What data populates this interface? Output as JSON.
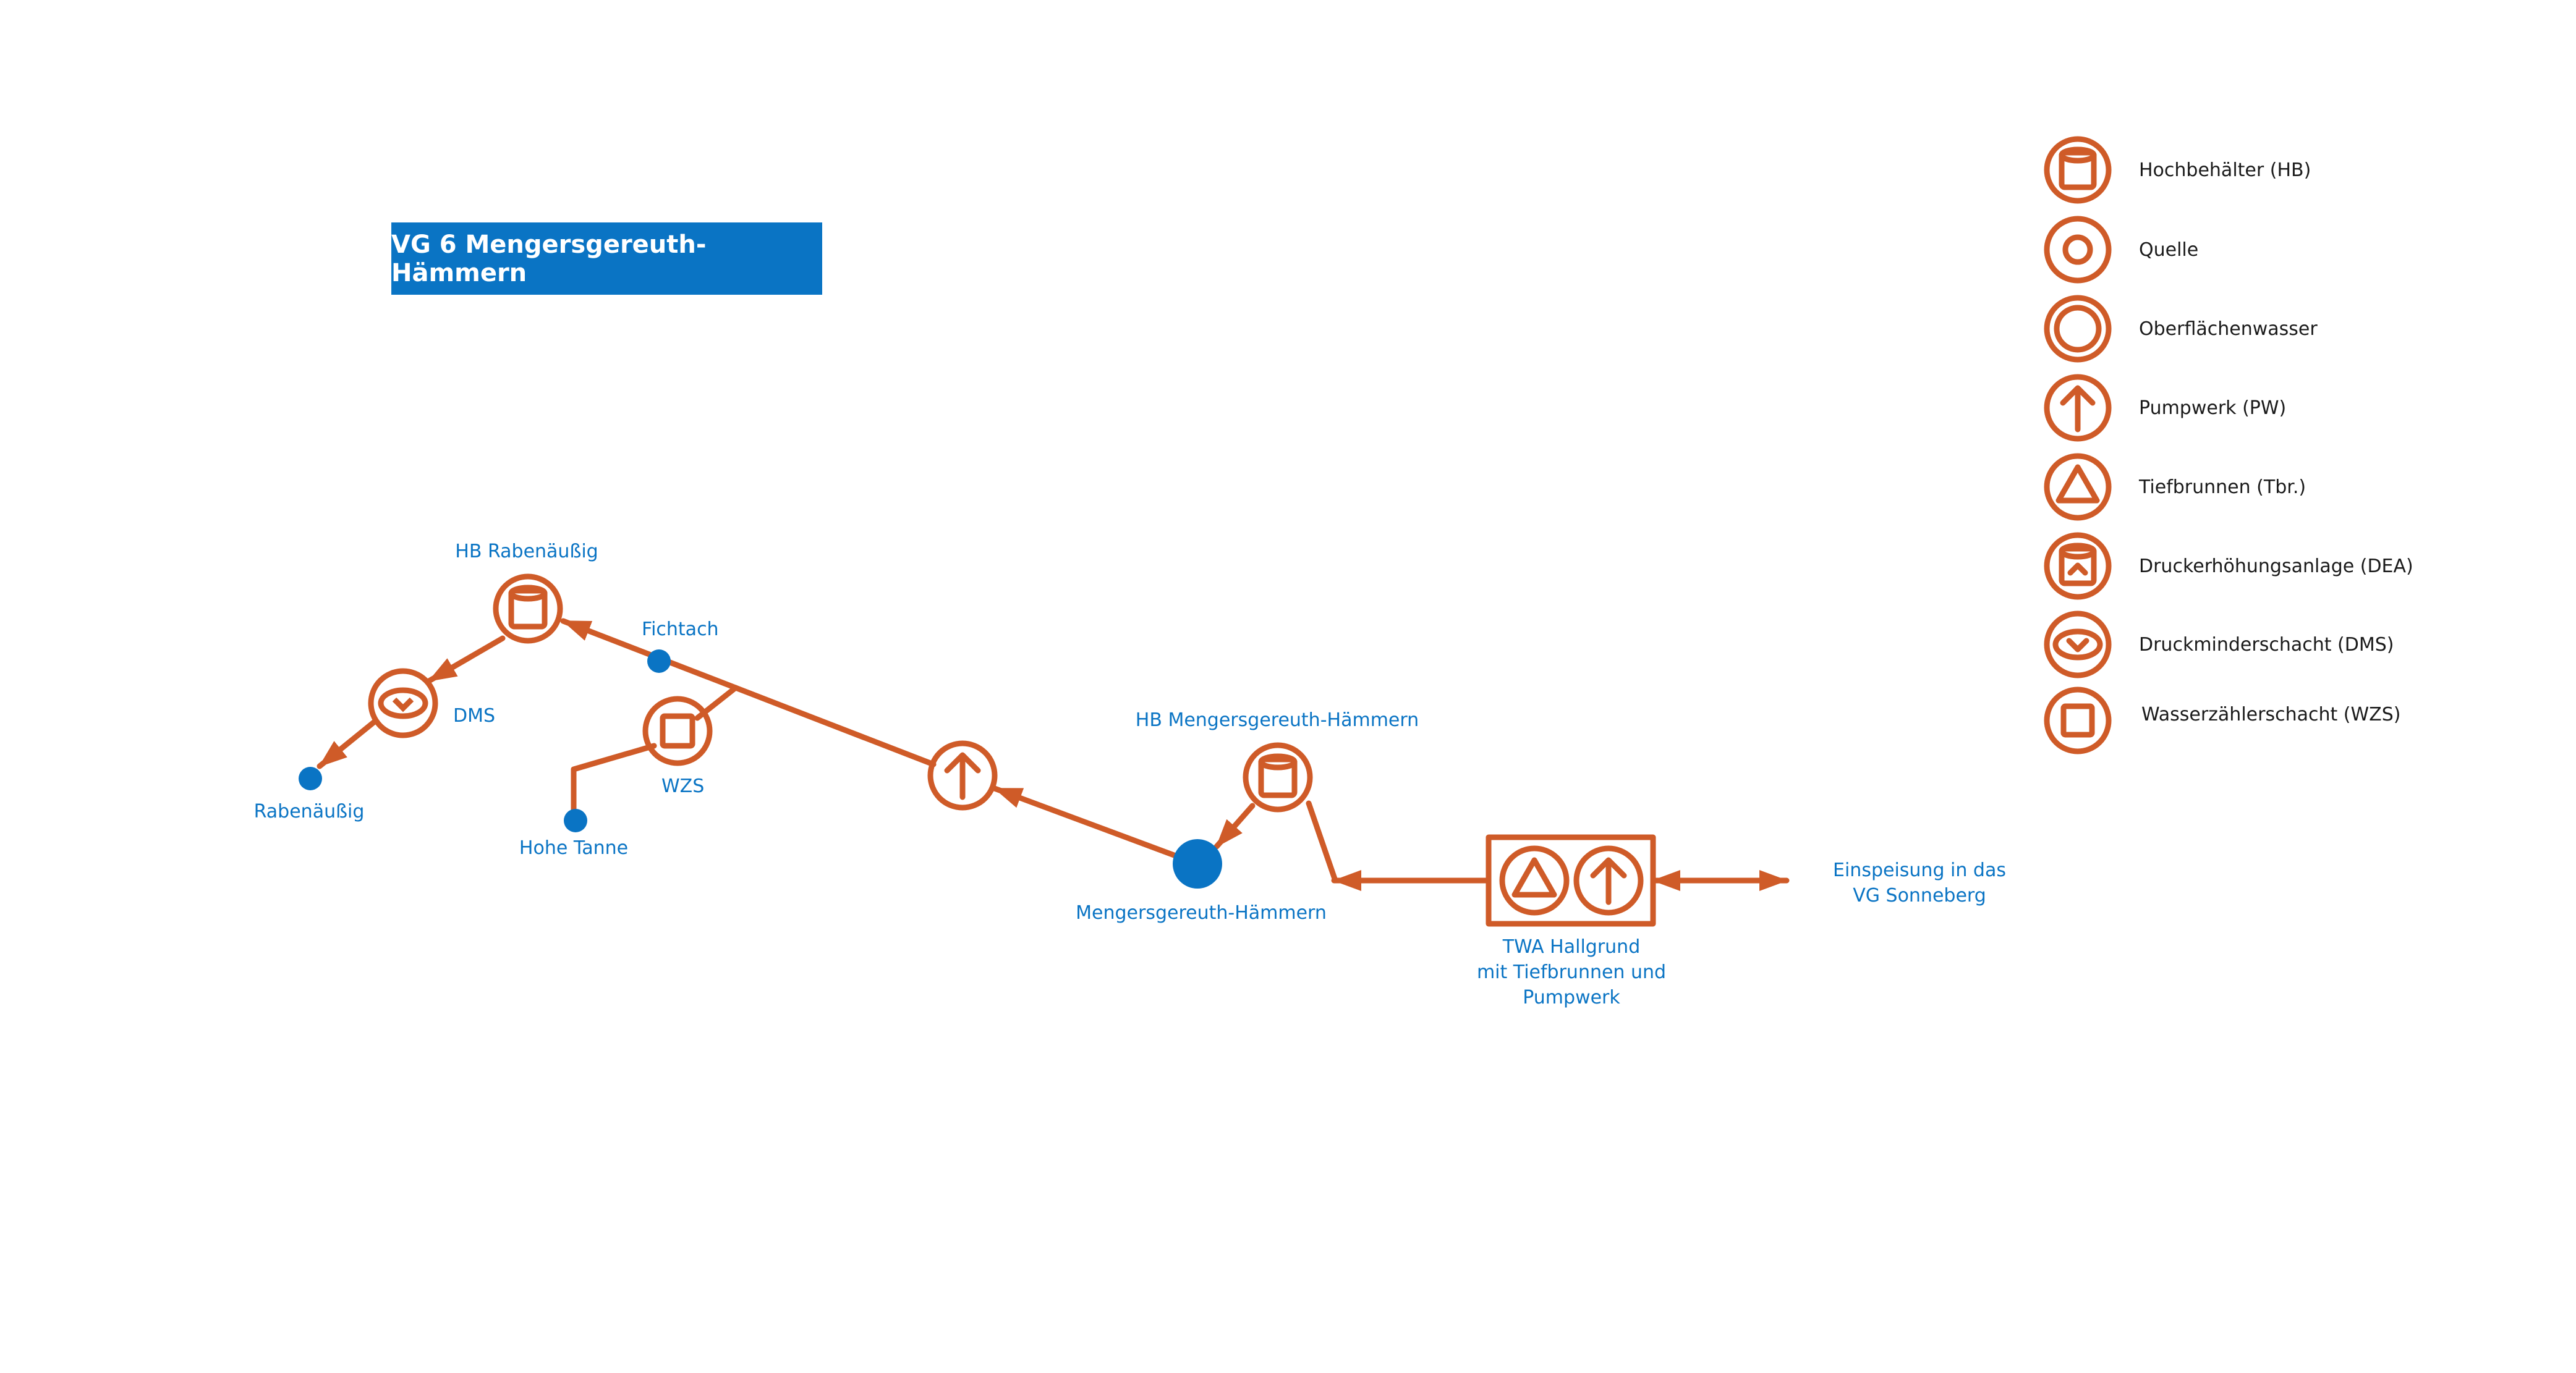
{
  "colors": {
    "line": "#cf5b28",
    "blue": "#0a74c4",
    "legend_text": "#1a1a1a",
    "background": "#ffffff"
  },
  "title": "VG 6 Mengersgereuth-Hämmern",
  "labels": {
    "hb_rabenaeussig": "HB Rabenäußig",
    "fichtach": "Fichtach",
    "dms": "DMS",
    "rabenaeussig": "Rabenäußig",
    "wzs": "WZS",
    "hohe_tanne": "Hohe Tanne",
    "hb_mengersgereuth": "HB Mengersgereuth-Hämmern",
    "mengersgereuth": "Mengersgereuth-Hämmern",
    "twa_line1": "TWA Hallgrund",
    "twa_line2": "mit Tiefbrunnen und",
    "twa_line3": "Pumpwerk",
    "einspeisung_line1": "Einspeisung in das",
    "einspeisung_line2": "VG Sonneberg"
  },
  "legend": [
    {
      "icon": "hochbehaelter-icon",
      "label": "Hochbehälter (HB)"
    },
    {
      "icon": "quelle-icon",
      "label": "Quelle"
    },
    {
      "icon": "oberflaechenwasser-icon",
      "label": "Oberflächenwasser"
    },
    {
      "icon": "pumpwerk-icon",
      "label": "Pumpwerk (PW)"
    },
    {
      "icon": "tiefbrunnen-icon",
      "label": "Tiefbrunnen (Tbr.)"
    },
    {
      "icon": "druckerhoehungsanlage-icon",
      "label": "Druckerhöhungsanlage (DEA)"
    },
    {
      "icon": "druckminderschacht-icon",
      "label": "Druckminderschacht (DMS)"
    },
    {
      "icon": "wasserzaehlerschacht-icon",
      "label": "Wasserzählerschacht (WZS)"
    }
  ]
}
